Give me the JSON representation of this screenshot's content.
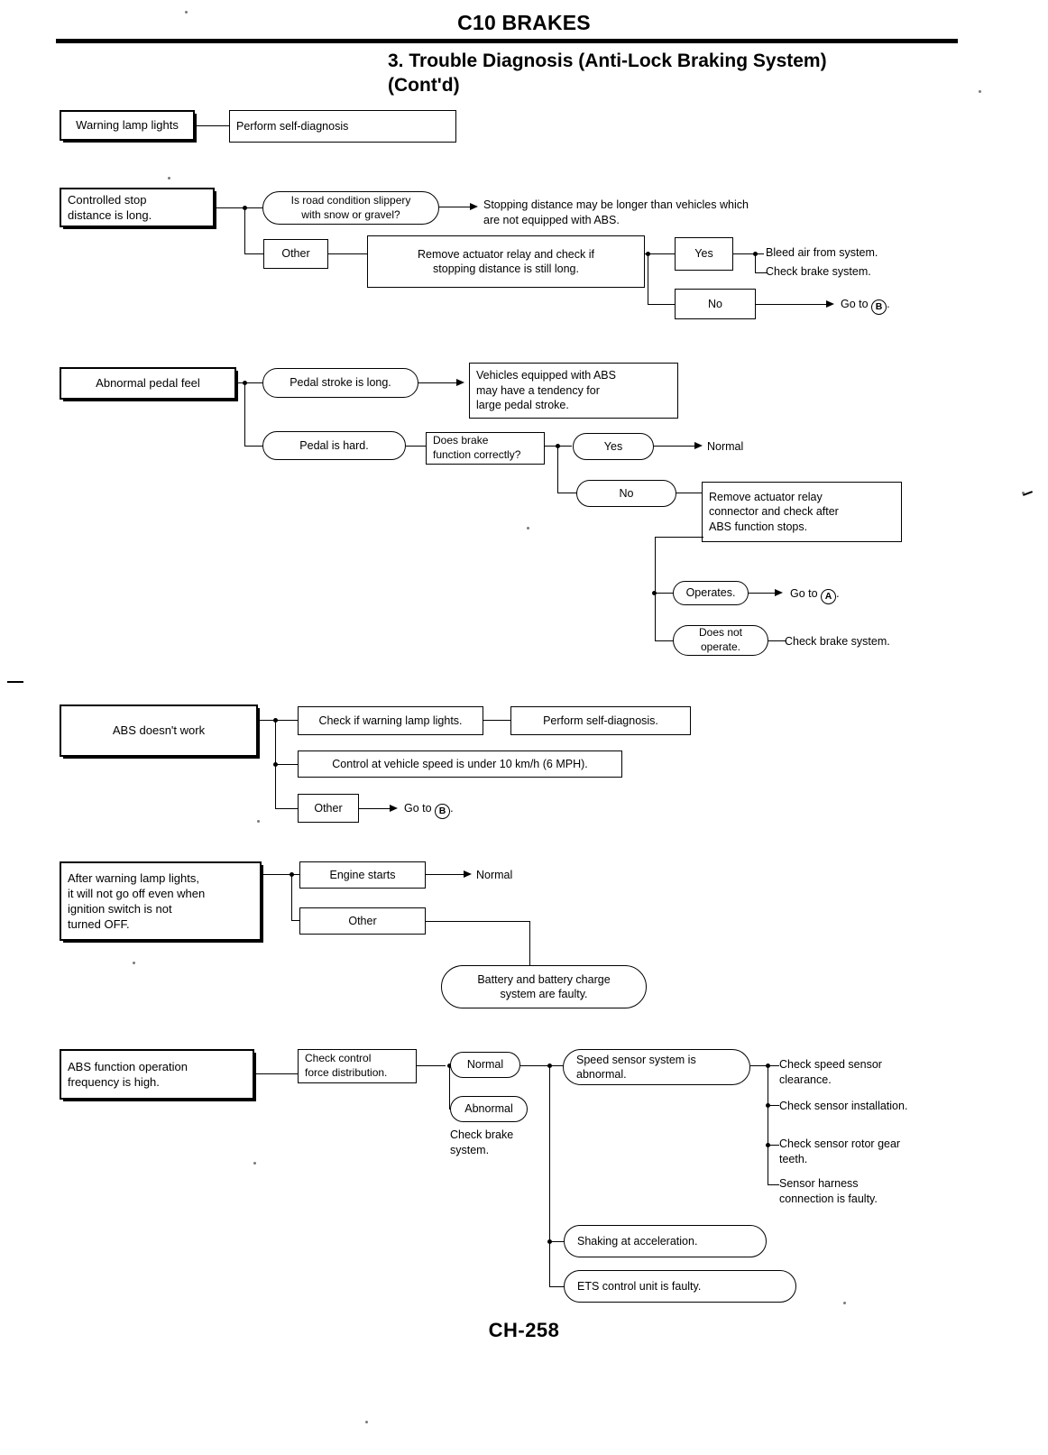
{
  "header": {
    "book_title": "C10 BRAKES",
    "section_title": "3. Trouble Diagnosis (Anti-Lock Braking System)",
    "section_title_cont": "(Cont'd)"
  },
  "footer": {
    "page_number": "CH-258"
  },
  "symbols": {
    "a": "A",
    "b": "B"
  },
  "flows": [
    {
      "id": "warning-lamp",
      "symptom": "Warning lamp lights",
      "nodes": {
        "perform_self_diagnosis": "Perform self-diagnosis"
      }
    },
    {
      "id": "controlled-stop-distance",
      "symptom": "Controlled stop\ndistance is long.",
      "nodes": {
        "road_slippery": "Is road condition slippery\nwith snow or gravel?",
        "stopping_distance_note": "Stopping distance may be longer than vehicles which\nare not equipped with ABS.",
        "other": "Other",
        "remove_actuator_relay": "Remove actuator relay and check if\nstopping distance is still long.",
        "yes": "Yes",
        "no": "No",
        "bleed_air": "Bleed air from system.",
        "check_brake_system": "Check brake system.",
        "go_to_b": "Go to"
      }
    },
    {
      "id": "abnormal-pedal-feel",
      "symptom": "Abnormal pedal feel",
      "nodes": {
        "pedal_stroke_long": "Pedal stroke is long.",
        "abs_tendency_note": "Vehicles equipped with ABS\nmay have a tendency for\nlarge pedal stroke.",
        "pedal_is_hard": "Pedal is hard.",
        "does_brake_function": "Does brake\nfunction correctly?",
        "yes": "Yes",
        "normal": "Normal",
        "no": "No",
        "remove_connector": "Remove actuator relay\nconnector and check after\nABS function stops.",
        "operates": "Operates.",
        "go_to_a": "Go to",
        "does_not_operate": "Does not\noperate.",
        "check_brake_system": "Check brake system."
      }
    },
    {
      "id": "abs-doesnt-work",
      "symptom": "ABS doesn't work",
      "nodes": {
        "check_warning_lamp": "Check if warning lamp lights.",
        "perform_self_diagnosis": "Perform self-diagnosis.",
        "control_under_speed": "Control at vehicle speed is under 10 km/h (6 MPH).",
        "other": "Other",
        "go_to_b": "Go to"
      }
    },
    {
      "id": "warning-lamp-stays-on",
      "symptom": "After warning lamp lights,\nit will not go off even when\nignition switch is not\nturned OFF.",
      "nodes": {
        "engine_starts": "Engine starts",
        "normal": "Normal",
        "other": "Other",
        "battery_faulty": "Battery and battery charge\nsystem are faulty."
      }
    },
    {
      "id": "abs-frequency-high",
      "symptom": "ABS function operation\nfrequency is high.",
      "nodes": {
        "check_control_force": "Check control\nforce distribution.",
        "normal": "Normal",
        "abnormal": "Abnormal",
        "check_brake_system": "Check brake\nsystem.",
        "speed_sensor_abnormal": "Speed sensor system is\nabnormal.",
        "check_sensor_clearance": "Check speed sensor\nclearance.",
        "check_sensor_installation": "Check sensor installation.",
        "check_rotor_gear_teeth": "Check sensor rotor gear\nteeth.",
        "sensor_harness_faulty": "Sensor harness\nconnection is faulty.",
        "shaking_at_acceleration": "Shaking at acceleration.",
        "ets_control_unit_faulty": "ETS control unit is faulty."
      }
    }
  ]
}
